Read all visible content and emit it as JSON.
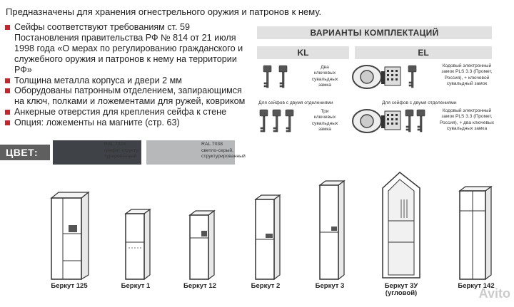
{
  "intro": "Предназначены для хранения огнестрельного оружия и патронов к нему.",
  "features": [
    "Сейфы соответствуют требованиям ст. 59 Постановления правительства РФ № 814 от 21 июля 1998 года «О мерах по регулированию гражданского и служебного оружия и патронов к нему на территории РФ»",
    "Толщина металла корпуса и двери 2 мм",
    "Оборудованы патронным отделением, запирающимся на ключ, полками и ложементами для ружей, ковриком",
    "Анкерные отверстия для крепления сейфа к стене",
    "Опция: ложементы на магните (стр. 63)"
  ],
  "colors": {
    "label": "ЦВЕТ:",
    "swatches": [
      {
        "code": "RAL 7024",
        "desc1": "графит структу-",
        "desc2": "турированный",
        "hex": "#3f4246"
      },
      {
        "code": "RAL 7038",
        "desc1": "светло-серый,",
        "desc2": "структурированный",
        "hex": "#b6b8ba"
      }
    ]
  },
  "variants": {
    "heading": "ВАРИАНТЫ КОМПЛЕКТАЦИЙ",
    "kl": {
      "title": "KL",
      "desc1": [
        "Два",
        "ключевых",
        "сувальдных",
        "замка"
      ],
      "two_compartments": "Для сейфов с двумя отделениями",
      "desc2": [
        "Три",
        "ключевых",
        "сувальдных",
        "замка"
      ]
    },
    "el": {
      "title": "EL",
      "desc1": [
        "Кодовый электронный",
        "замок PLS 3.3 (Промет,",
        "Россия), + ключевой",
        "сувальдный замок"
      ],
      "two_compartments": "Для сейфов с двумя отделениями",
      "desc2": [
        "Кодовый электронный",
        "замок PLS 3.3 (Промет,",
        "Россия), + два ключевых",
        "сувальдных замка"
      ]
    }
  },
  "models": [
    {
      "name": "Беркут 125",
      "sub": ""
    },
    {
      "name": "Беркут 1",
      "sub": ""
    },
    {
      "name": "Беркут 12",
      "sub": ""
    },
    {
      "name": "Беркут 2",
      "sub": ""
    },
    {
      "name": "Беркут 3",
      "sub": ""
    },
    {
      "name": "Беркут 3У",
      "sub": "(угловой)"
    },
    {
      "name": "Беркут 142",
      "sub": ""
    }
  ],
  "watermark": "Avito",
  "accent_color": "#c0282d"
}
